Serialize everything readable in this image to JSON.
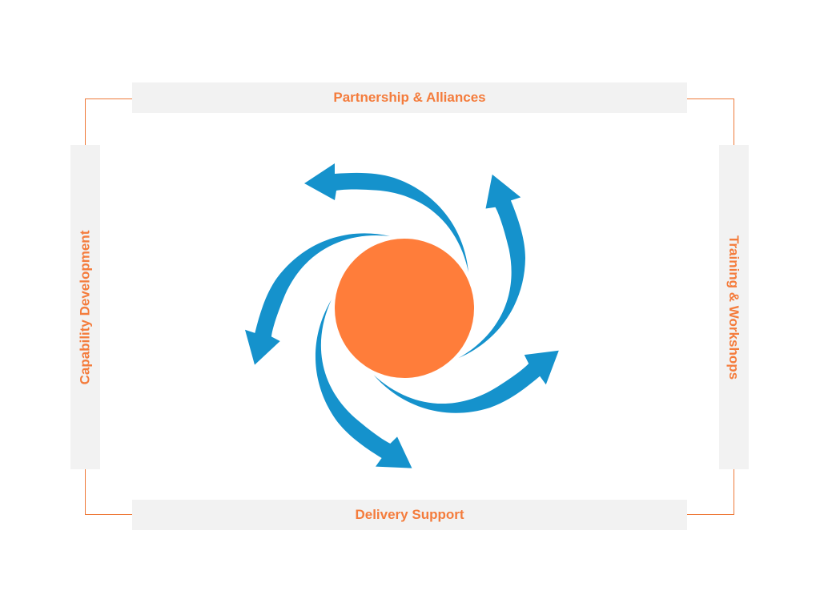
{
  "labels": {
    "top": "Partnership & Alliances",
    "bottom": "Delivery Support",
    "left": "Capability Development",
    "right": "Training & Workshops"
  },
  "colors": {
    "accent": "#f47c3c",
    "arrow": "#1592cc",
    "bar": "#f2f2f2",
    "frame": "#ee7a3a"
  },
  "diagram": {
    "arrow_count": 5,
    "shape": "central circle with swirling arrows"
  }
}
